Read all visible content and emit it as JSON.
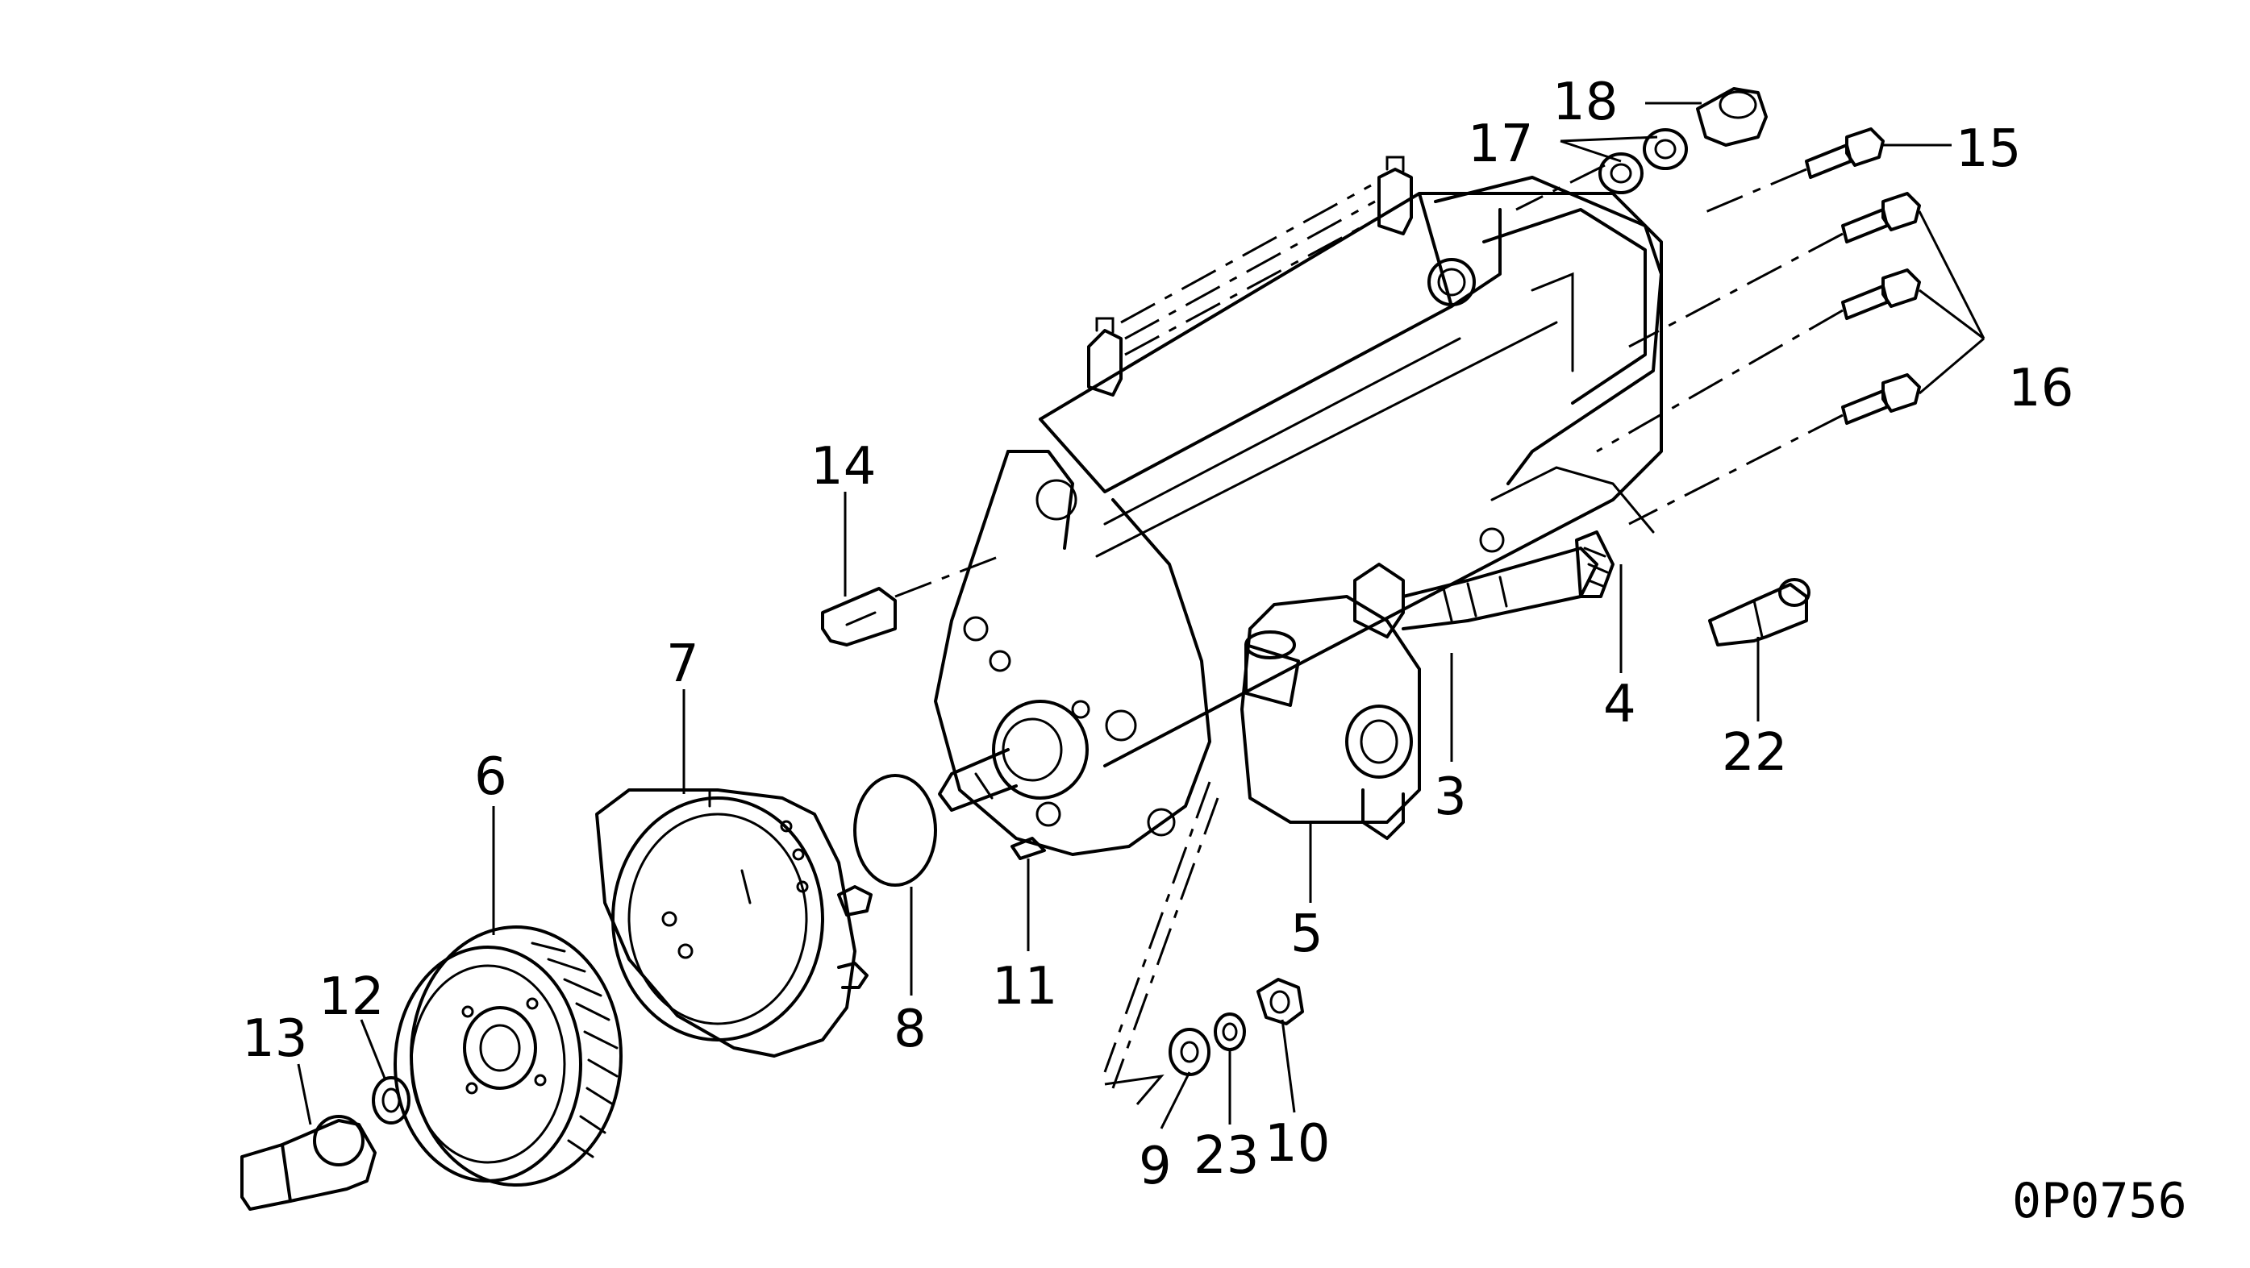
{
  "diagram": {
    "drawing_code": "0P0756",
    "callouts": {
      "c1": "18",
      "c2": "17",
      "c3": "15",
      "c4": "16",
      "c5": "14",
      "c6": "7",
      "c7": "6",
      "c8": "13",
      "c9": "12",
      "c10": "8",
      "c11": "11",
      "c12": "5",
      "c13": "3",
      "c14": "4",
      "c15": "22",
      "c16": "9",
      "c17": "23",
      "c18": "10"
    }
  }
}
